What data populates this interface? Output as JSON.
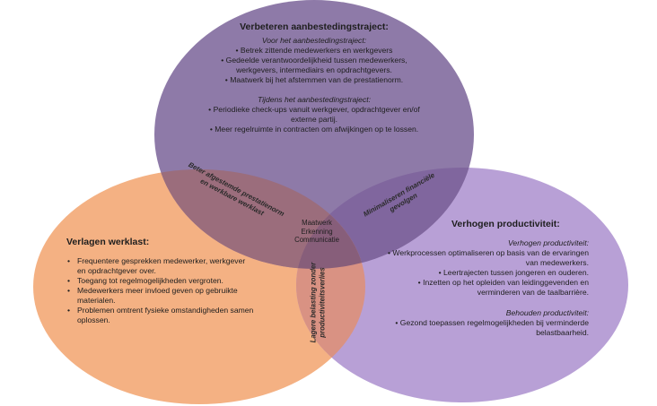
{
  "top": {
    "title": "Verbeteren aanbestedingstraject:",
    "before_heading": "Voor het aanbestedingstraject:",
    "before_items": [
      "Betrek zittende medewerkers en werkgevers",
      "Gedeelde verantwoordelijkheid tussen medewerkers, werkgevers, intermediairs en opdrachtgevers.",
      "Maatwerk bij het afstemmen van de prestatienorm."
    ],
    "during_heading": "Tijdens het aanbestedingstraject:",
    "during_items": [
      "Periodieke check-ups vanuit werkgever, opdrachtgever en/of externe partij.",
      "Meer regelruimte in contracten om afwijkingen op te lossen."
    ]
  },
  "left": {
    "title": "Verlagen werklast:",
    "items": [
      "Frequentere gesprekken medewerker, werkgever en opdrachtgever over.",
      "Toegang tot regelmogelijkheden vergroten.",
      "Medewerkers meer invloed geven op gebruikte materialen.",
      "Problemen omtrent fysieke omstandigheden samen oplossen."
    ]
  },
  "right": {
    "title": "Verhogen productiviteit:",
    "raise_heading": "Verhogen productiviteit:",
    "raise_items": [
      "Werkprocessen optimaliseren op basis van de ervaringen van medewerkers.",
      "Leertrajecten tussen jongeren en ouderen.",
      "Inzetten op het opleiden van leidinggevenden en verminderen van de taalbarrière."
    ],
    "keep_heading": "Behouden productiviteit:",
    "keep_items": [
      "Gezond toepassen regelmogelijkheden bij verminderde belastbaarheid."
    ]
  },
  "overlaps": {
    "top_left": "Beter afgestemde prestatienorm en werkbare werklast",
    "top_right": "Minimaliseren financiële gevolgen",
    "left_right": "Lagere belasting zonder productiviteitsverlies",
    "center": [
      "Maatwerk",
      "Erkenning",
      "Communicatie"
    ]
  },
  "colors": {
    "top_circle": "#8e7aa8",
    "left_circle": "#f4b183",
    "right_circle": "#b8a0d6",
    "top_left_overlap": "#9b6d7c",
    "top_right_overlap": "#80669e",
    "left_right_overlap": "#d99283",
    "center_overlap": "#875e7a"
  }
}
